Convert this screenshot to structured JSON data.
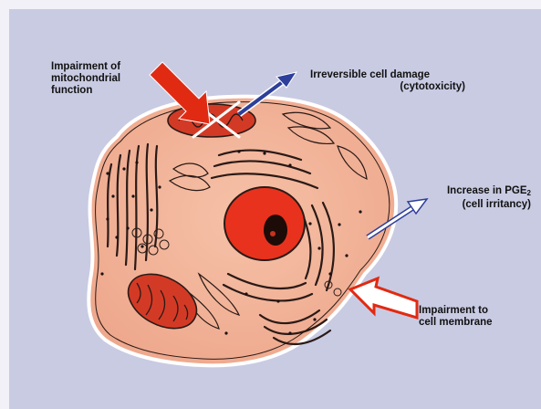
{
  "labels": {
    "mito_l1": "Impairment of",
    "mito_l2": "mitochondrial",
    "mito_l3": "function",
    "damage_l1": "Irreversible cell damage",
    "damage_l2": "(cytotoxicity)",
    "pge_l1_pre": "Increase in PGE",
    "pge_l1_sub": "2",
    "pge_l2": "(cell irritancy)",
    "membrane_l1": "Impairment to",
    "membrane_l2": "cell membrane"
  },
  "colors": {
    "background": "#c9cbe3",
    "cytoplasm": "#f2b49a",
    "nucleus": "#e8321d",
    "mitochondria": "#d33a25",
    "red_arrow": "#e12a12",
    "blue_arrow": "#2d3f9a"
  }
}
